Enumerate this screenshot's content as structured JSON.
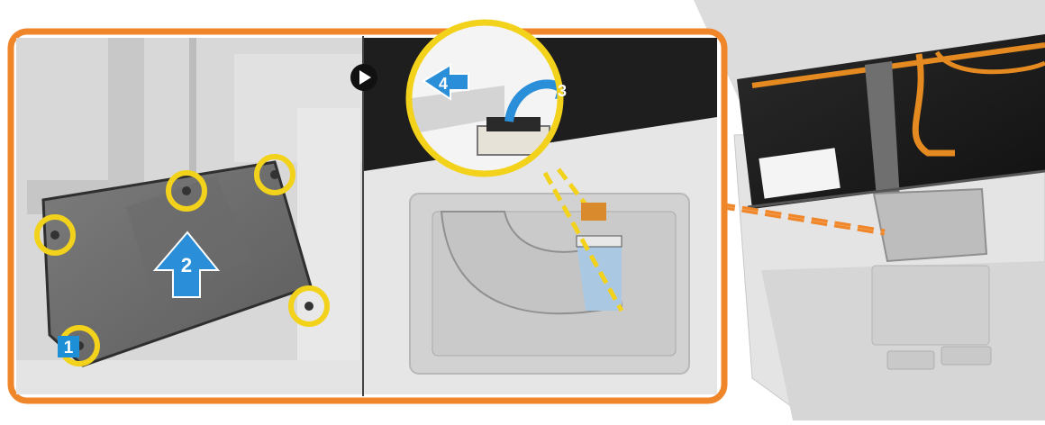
{
  "figure": {
    "callouts": {
      "step1": "1",
      "step2": "2",
      "step3": "3",
      "step4": "4"
    },
    "icons": {
      "next": "play-circle-icon"
    },
    "colors": {
      "frame_orange": "#f0862a",
      "circle_yellow": "#f3d21b",
      "step_blue": "#1d8fd6",
      "arrow_blue": "#2a8fd8"
    }
  }
}
